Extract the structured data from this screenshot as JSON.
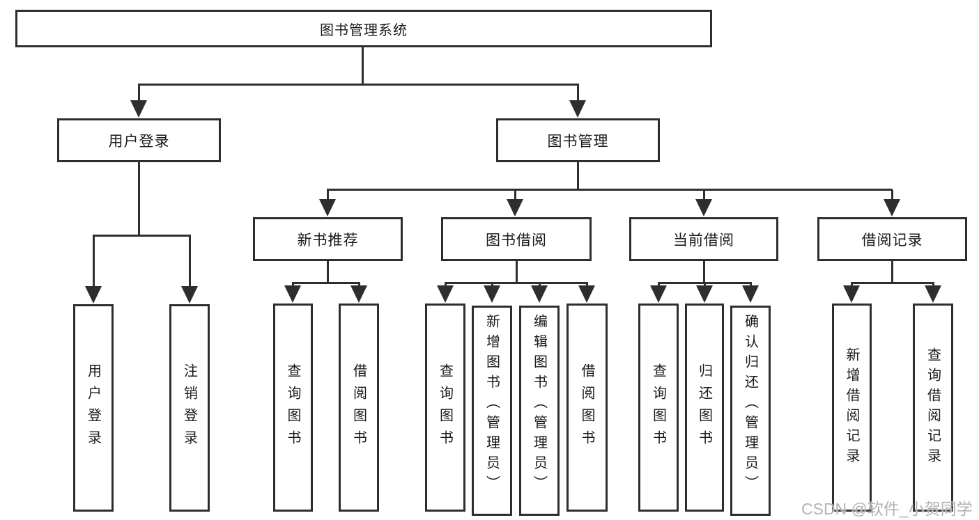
{
  "nodes": {
    "root": "图书管理系统",
    "l1_user_login": "用户登录",
    "l1_book_mgmt": "图书管理",
    "l2_new_book_rec": "新书推荐",
    "l2_book_borrow": "图书借阅",
    "l2_current_borrow": "当前借阅",
    "l2_borrow_records": "借阅记录",
    "leaf_user_login": "用户登录",
    "leaf_logout": "注销登录",
    "leaf_nbr_query_book": "查询图书",
    "leaf_nbr_borrow_book": "借阅图书",
    "leaf_bb_query_book": "查询图书",
    "leaf_bb_add_book": "新增图书（管理员）",
    "leaf_bb_edit_book": "编辑图书（管理员）",
    "leaf_bb_borrow_book": "借阅图书",
    "leaf_cb_query_book": "查询图书",
    "leaf_cb_return_book": "归还图书",
    "leaf_cb_confirm_return": "确认归还（管理员）",
    "leaf_br_add_record": "新增借阅记录",
    "leaf_br_query_record": "查询借阅记录"
  },
  "structure": {
    "图书管理系统": {
      "用户登录": [
        "用户登录",
        "注销登录"
      ],
      "图书管理": {
        "新书推荐": [
          "查询图书",
          "借阅图书"
        ],
        "图书借阅": [
          "查询图书",
          "新增图书（管理员）",
          "编辑图书（管理员）",
          "借阅图书"
        ],
        "当前借阅": [
          "查询图书",
          "归还图书",
          "确认归还（管理员）"
        ],
        "借阅记录": [
          "新增借阅记录",
          "查询借阅记录"
        ]
      }
    }
  },
  "watermark": "CSDN @软件_小贺同学",
  "colors": {
    "line": "#2e2e2e",
    "text": "#1a1a1a",
    "watermark": "#b3b3b3",
    "background": "#ffffff"
  }
}
